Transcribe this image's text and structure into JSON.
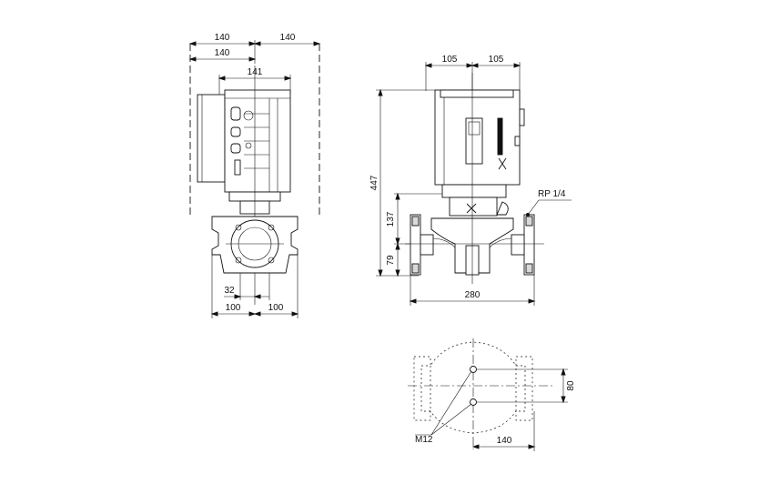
{
  "side_view": {
    "dim_top_left": "140",
    "dim_top_right": "140",
    "dim_second": "140",
    "dim_motor_depth": "141",
    "dim_port_offset": "32",
    "dim_bottom_left": "100",
    "dim_bottom_right": "100"
  },
  "front_view": {
    "dim_top_left": "105",
    "dim_top_right": "105",
    "dim_total_height": "447",
    "dim_flange_height": "137",
    "dim_port_height": "79",
    "dim_port_to_port": "280",
    "vent_label": "RP 1/4"
  },
  "base_view": {
    "dim_hole_spacing": "80",
    "dim_hole_offset": "140",
    "bolt_label": "M12"
  }
}
